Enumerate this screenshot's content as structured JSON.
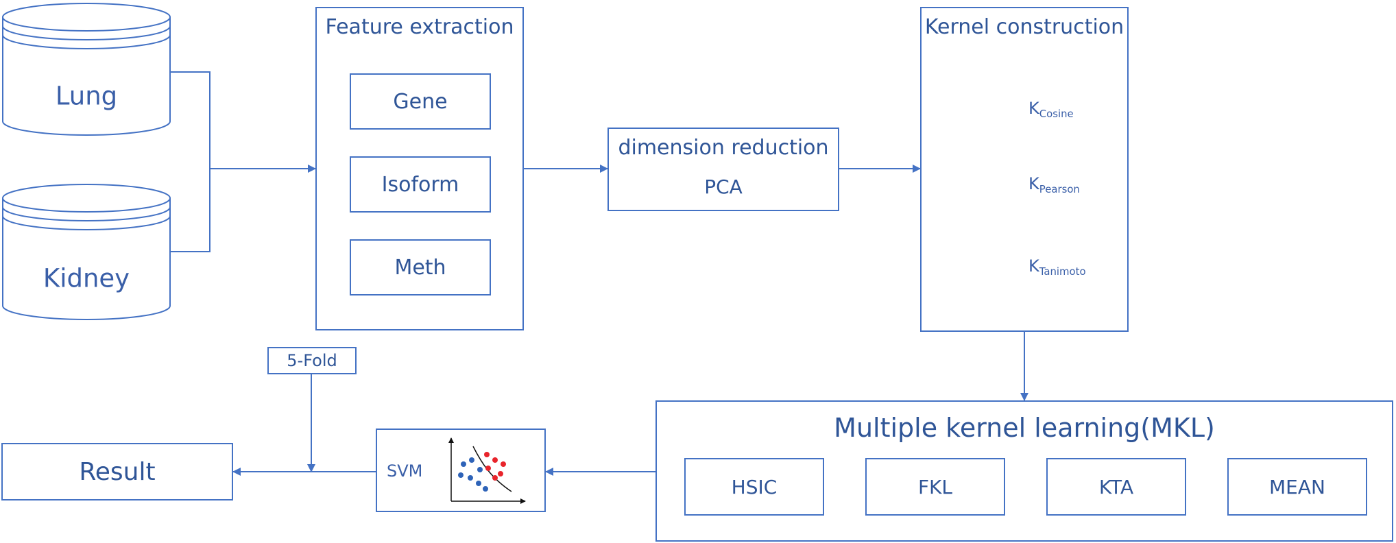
{
  "datasets": {
    "lung": "Lung",
    "kidney": "Kidney"
  },
  "feature_extraction": {
    "title": "Feature extraction",
    "items": [
      "Gene",
      "Isoform",
      "Meth"
    ]
  },
  "dimension_reduction": {
    "title": "dimension reduction",
    "method": "PCA"
  },
  "kernel_construction": {
    "title": "Kernel construction",
    "kernels": [
      {
        "base": "K",
        "sub": "Cosine"
      },
      {
        "base": "K",
        "sub": "Pearson"
      },
      {
        "base": "K",
        "sub": "Tanimoto"
      }
    ]
  },
  "mkl": {
    "title": "Multiple kernel learning(MKL)",
    "methods": [
      "HSIC",
      "FKL",
      "KTA",
      "MEAN"
    ]
  },
  "svm": {
    "label": "SVM"
  },
  "cv": {
    "label": "5-Fold"
  },
  "result": {
    "label": "Result"
  },
  "colors": {
    "line": "#4472c4",
    "text": "#2f5597",
    "dot_red": "#e8242b",
    "dot_blue": "#2e63b8"
  }
}
